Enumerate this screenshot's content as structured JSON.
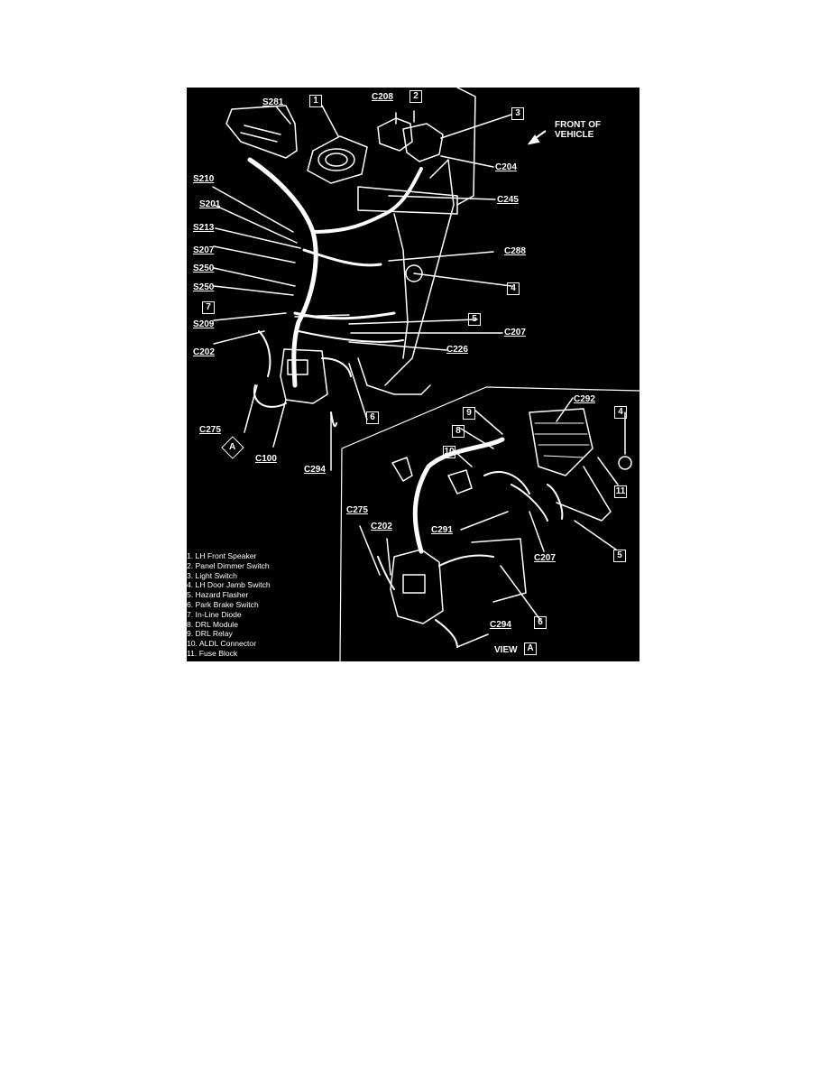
{
  "diagram": {
    "front_label": "FRONT OF\nVEHICLE",
    "view_label": "VIEW",
    "view_letter": "A",
    "main_view_marker": "A",
    "splices": [
      "S281",
      "S210",
      "S201",
      "S213",
      "S207",
      "S250",
      "S250",
      "S209"
    ],
    "connectors_main": [
      "C208",
      "C204",
      "C245",
      "C288",
      "C207",
      "C226",
      "C202",
      "C275",
      "C100",
      "C294"
    ],
    "connectors_view_a": [
      "C292",
      "C291",
      "C207",
      "C275",
      "C202",
      "C294"
    ],
    "callouts_main": [
      "1",
      "2",
      "3",
      "4",
      "5",
      "6",
      "7"
    ],
    "callouts_view_a": [
      "9",
      "8",
      "10",
      "4",
      "11",
      "5",
      "6"
    ]
  },
  "legend": [
    "1.  LH Front Speaker",
    "2.   Panel Dimmer Switch",
    "3.  Light Switch",
    "4.  LH Door Jamb Switch",
    "5.  Hazard Flasher",
    "6.  Park Brake Switch",
    "7.  In-Line Diode",
    "8.  DRL Module",
    "9.  DRL Relay",
    "10.  ALDL Connector",
    "11.  Fuse Block"
  ],
  "colors": {
    "background": "#000000",
    "ink": "#ffffff",
    "page": "#ffffff"
  }
}
